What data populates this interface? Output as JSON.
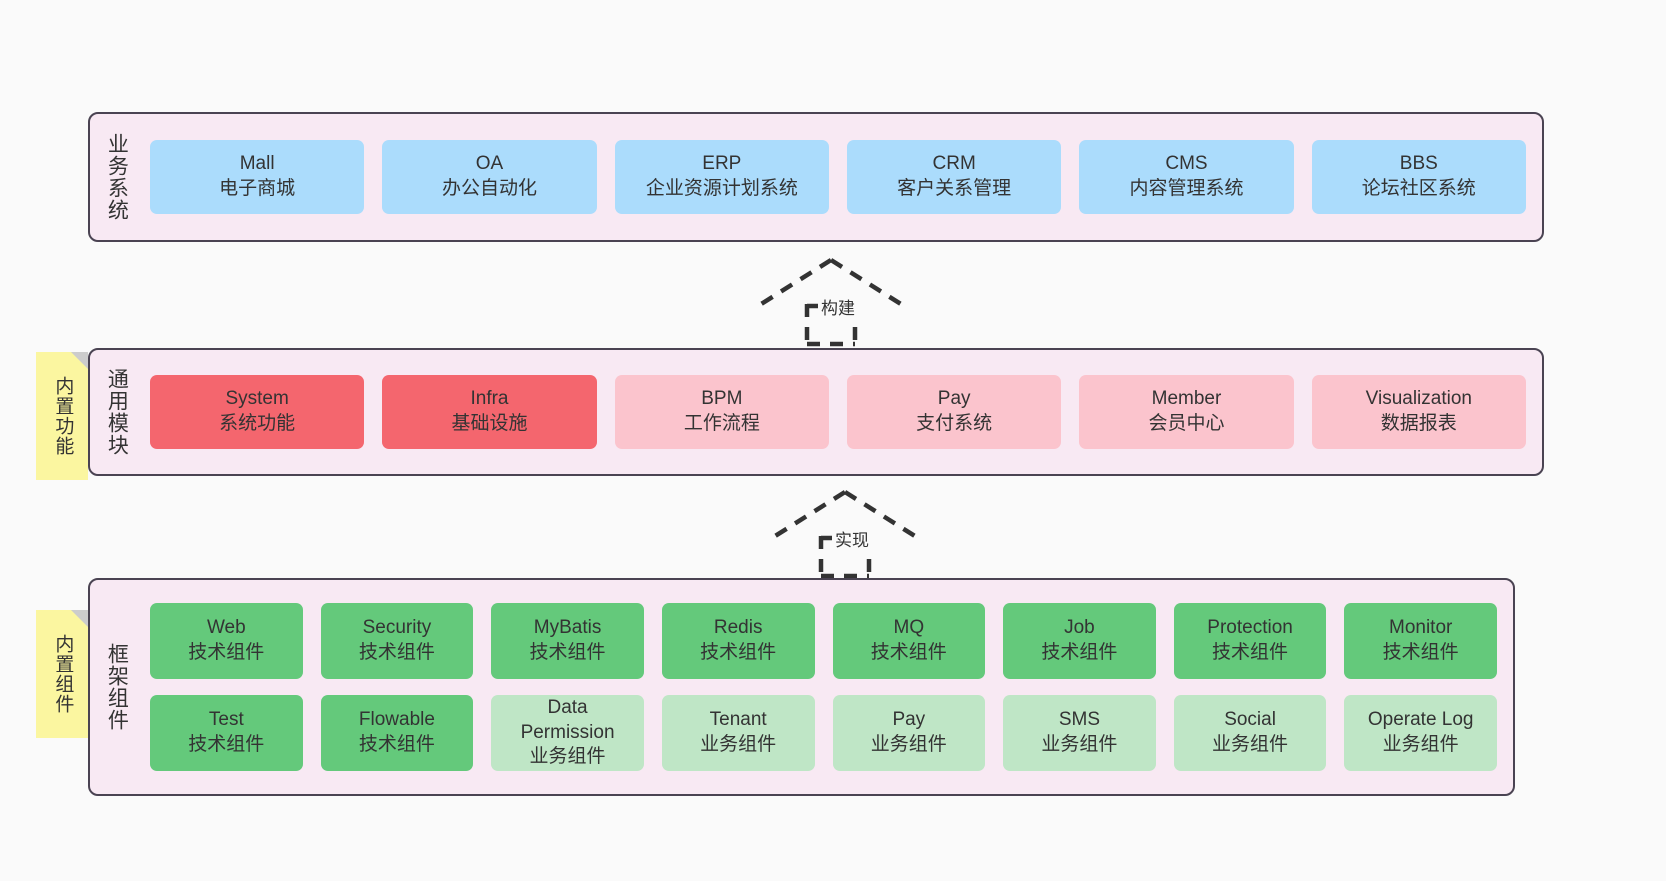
{
  "diagram": {
    "title": "Layered architecture diagram",
    "colors": {
      "panel_bg": "#f8e9f3",
      "panel_border": "#4a4352",
      "business_card": "#abdcfc",
      "core_module_card": "#f4666e",
      "module_card": "#fbc4cd",
      "tech_component_card": "#64c97b",
      "biz_component_card": "#bfe6c6",
      "sticky_note": "#fbf6a0",
      "canvas_bg": "#fafafa"
    }
  },
  "layers": {
    "business": {
      "title": "业务系统",
      "cards": [
        {
          "name": "Mall",
          "desc": "电子商城"
        },
        {
          "name": "OA",
          "desc": "办公自动化"
        },
        {
          "name": "ERP",
          "desc": "企业资源计划系统"
        },
        {
          "name": "CRM",
          "desc": "客户关系管理"
        },
        {
          "name": "CMS",
          "desc": "内容管理系统"
        },
        {
          "name": "BBS",
          "desc": "论坛社区系统"
        }
      ]
    },
    "common": {
      "title": "通用模块",
      "note": "内置功能",
      "cards": [
        {
          "name": "System",
          "desc": "系统功能",
          "style": "c-red"
        },
        {
          "name": "Infra",
          "desc": "基础设施",
          "style": "c-red"
        },
        {
          "name": "BPM",
          "desc": "工作流程",
          "style": "c-pink"
        },
        {
          "name": "Pay",
          "desc": "支付系统",
          "style": "c-pink"
        },
        {
          "name": "Member",
          "desc": "会员中心",
          "style": "c-pink"
        },
        {
          "name": "Visualization",
          "desc": "数据报表",
          "style": "c-pink"
        }
      ]
    },
    "framework": {
      "title": "框架组件",
      "note": "内置组件",
      "row1": [
        {
          "name": "Web",
          "desc": "技术组件",
          "style": "c-green"
        },
        {
          "name": "Security",
          "desc": "技术组件",
          "style": "c-green"
        },
        {
          "name": "MyBatis",
          "desc": "技术组件",
          "style": "c-green"
        },
        {
          "name": "Redis",
          "desc": "技术组件",
          "style": "c-green"
        },
        {
          "name": "MQ",
          "desc": "技术组件",
          "style": "c-green"
        },
        {
          "name": "Job",
          "desc": "技术组件",
          "style": "c-green"
        },
        {
          "name": "Protection",
          "desc": "技术组件",
          "style": "c-green"
        },
        {
          "name": "Monitor",
          "desc": "技术组件",
          "style": "c-green"
        }
      ],
      "row2": [
        {
          "name": "Test",
          "desc": "技术组件",
          "style": "c-green"
        },
        {
          "name": "Flowable",
          "desc": "技术组件",
          "style": "c-green"
        },
        {
          "name": "Data\nPermission",
          "desc": "业务组件",
          "style": "c-lightgreen"
        },
        {
          "name": "Tenant",
          "desc": "业务组件",
          "style": "c-lightgreen"
        },
        {
          "name": "Pay",
          "desc": "业务组件",
          "style": "c-lightgreen"
        },
        {
          "name": "SMS",
          "desc": "业务组件",
          "style": "c-lightgreen"
        },
        {
          "name": "Social",
          "desc": "业务组件",
          "style": "c-lightgreen"
        },
        {
          "name": "Operate Log",
          "desc": "业务组件",
          "style": "c-lightgreen"
        }
      ]
    }
  },
  "connectors": [
    {
      "id": "build",
      "label": "构建"
    },
    {
      "id": "impl",
      "label": "实现"
    }
  ]
}
